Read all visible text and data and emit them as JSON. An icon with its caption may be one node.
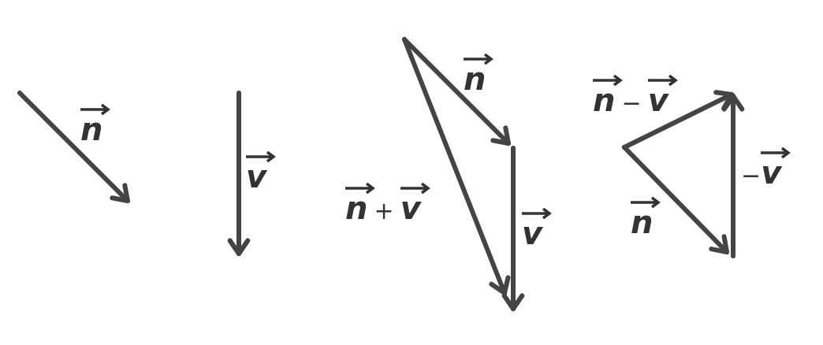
{
  "diagram": {
    "labels": [
      "n",
      "v",
      "n",
      "n + v",
      "v",
      "n − v",
      "−v",
      "n"
    ]
  }
}
